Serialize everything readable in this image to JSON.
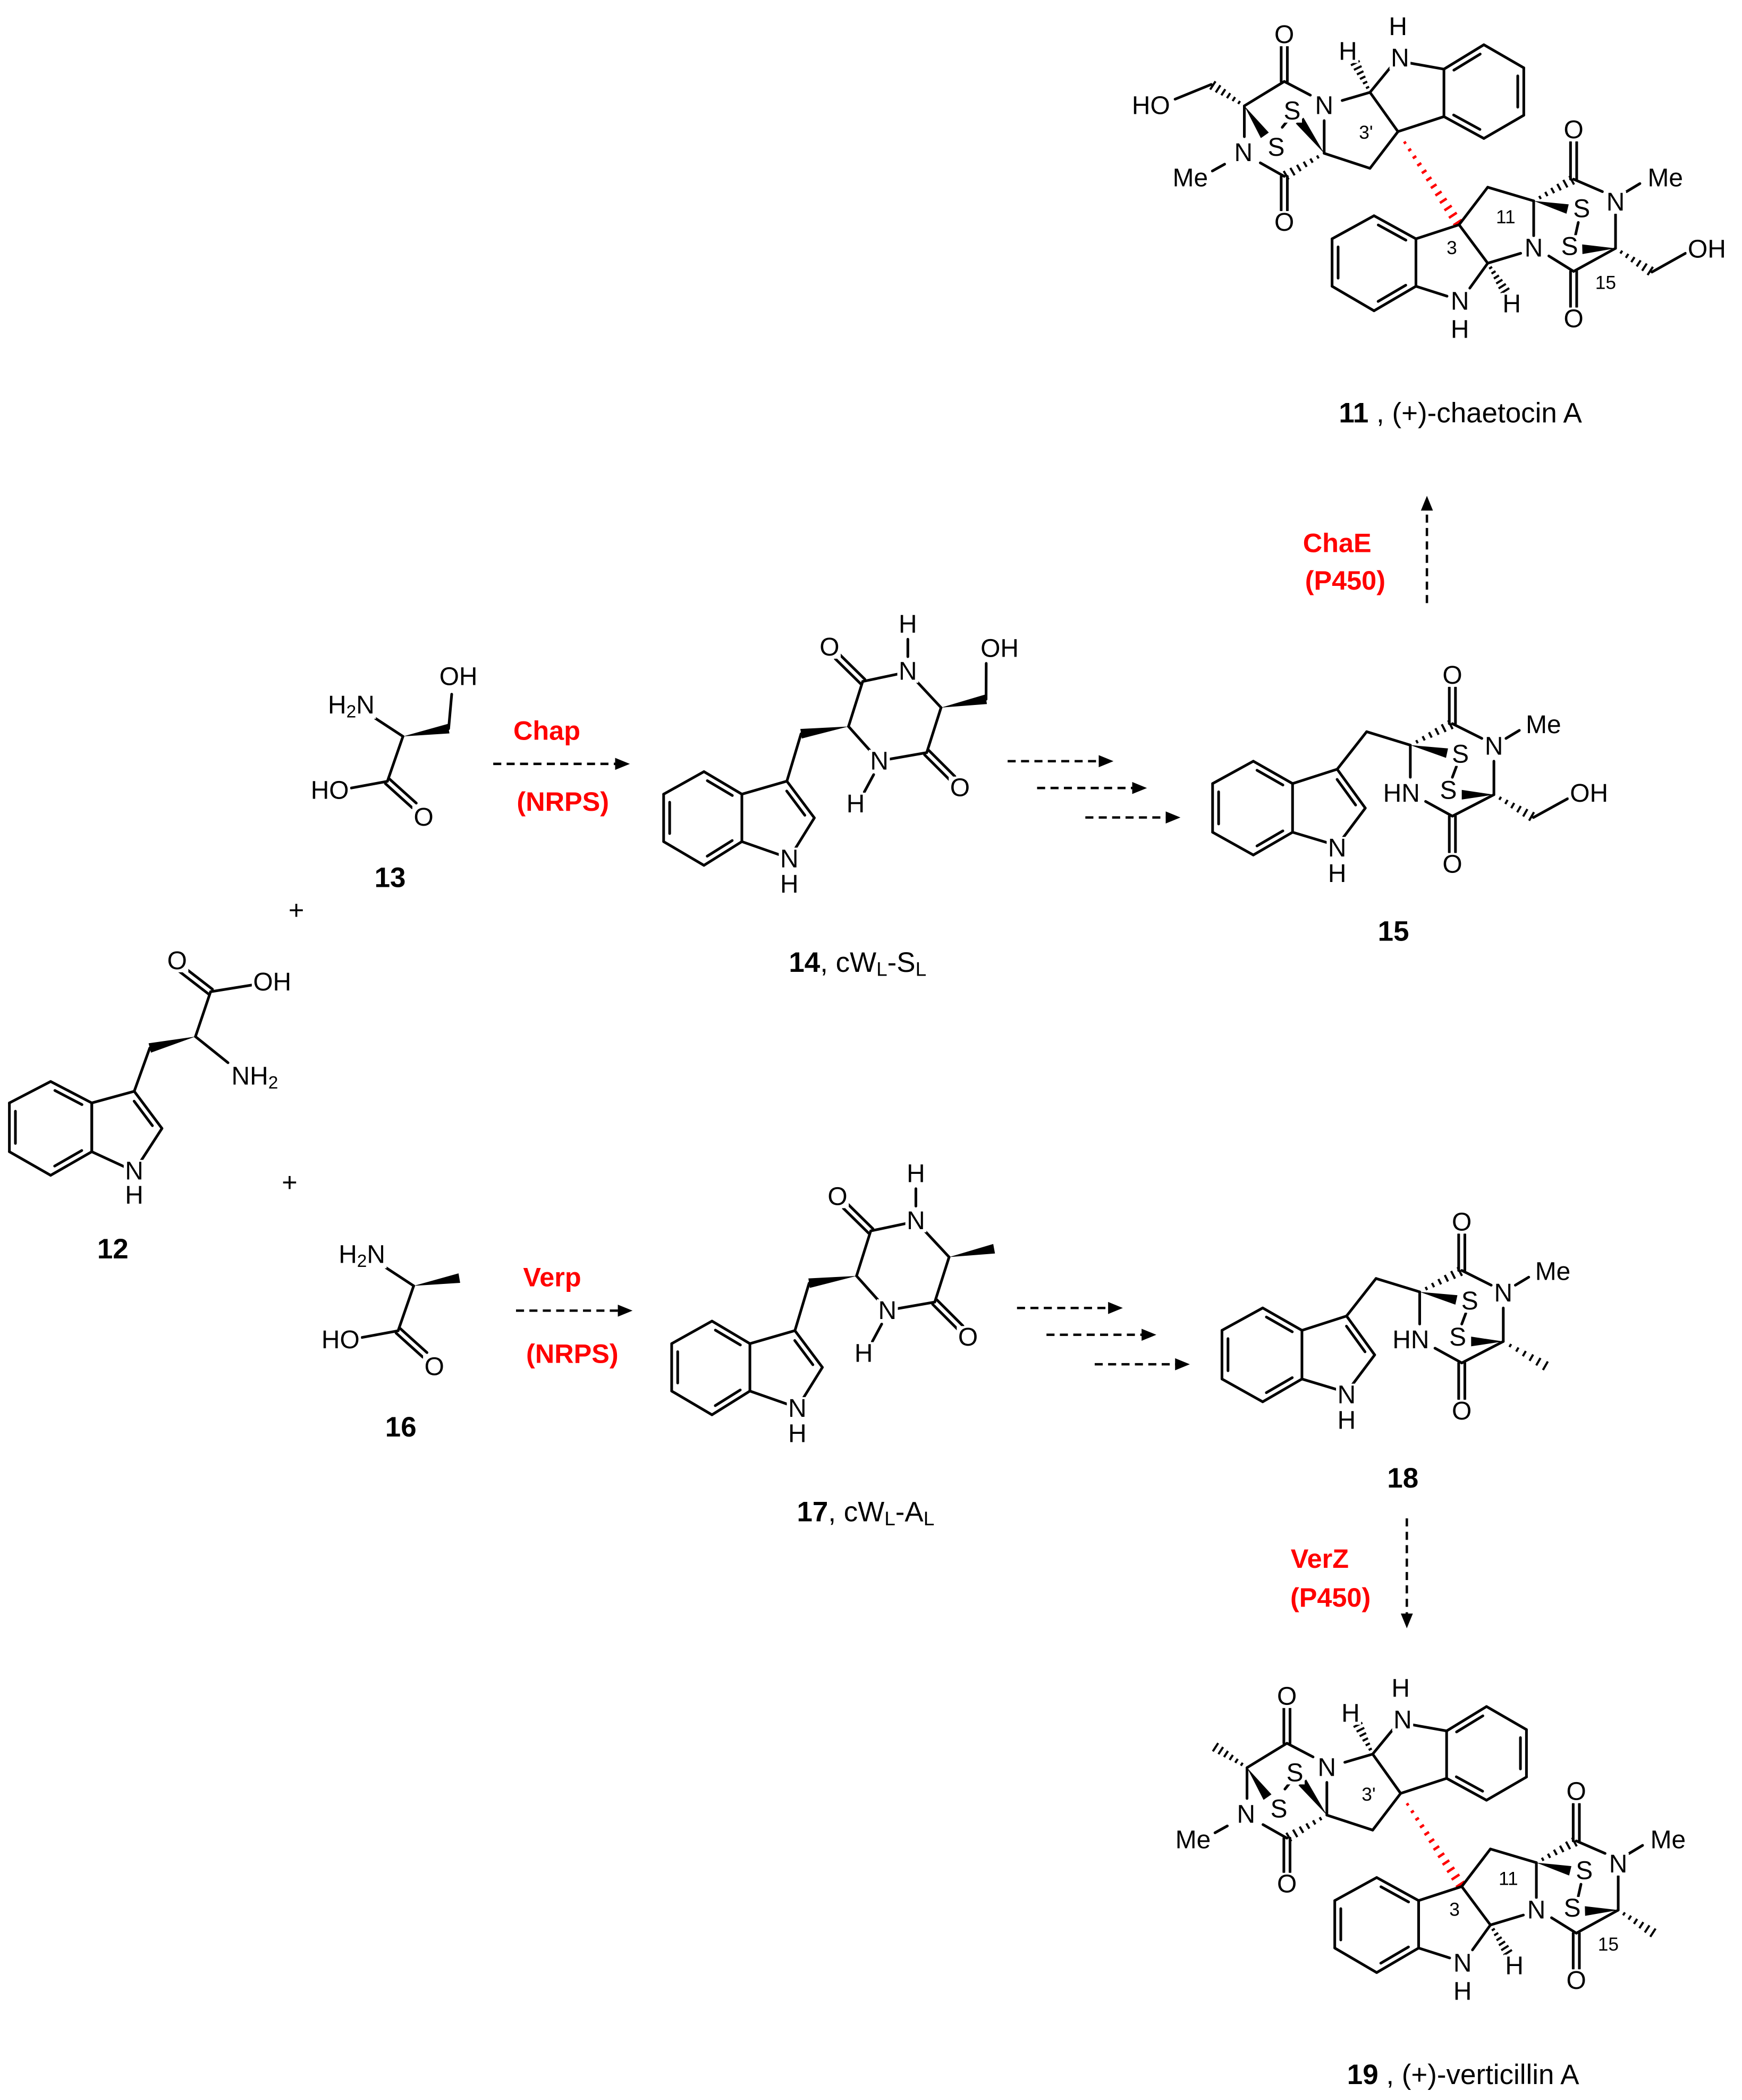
{
  "compounds": {
    "c11": {
      "number": "11",
      "sep": " , ",
      "name": "(+)-chaetocin A",
      "locants": [
        "3'",
        "3",
        "11",
        "15"
      ]
    },
    "c12": {
      "number": "12"
    },
    "c13": {
      "number": "13"
    },
    "c14": {
      "number": "14",
      "prefix": ", cW",
      "sub1": "L",
      "mid": "-S",
      "sub2": "L"
    },
    "c15": {
      "number": "15"
    },
    "c16": {
      "number": "16"
    },
    "c17": {
      "number": "17",
      "prefix": ", cW",
      "sub1": "L",
      "mid": "-A",
      "sub2": "L"
    },
    "c18": {
      "number": "18"
    },
    "c19": {
      "number": "19",
      "sep": " , ",
      "name": "(+)-verticillin A",
      "locants": [
        "3'",
        "3",
        "11",
        "15"
      ]
    }
  },
  "enzymes": {
    "chap": {
      "name": "Chap",
      "type": "(NRPS)"
    },
    "verp": {
      "name": "Verp",
      "type": "(NRPS)"
    },
    "chae": {
      "name": "ChaE",
      "type": "(P450)"
    },
    "verz": {
      "name": "VerZ",
      "type": "(P450)"
    }
  },
  "plus": "+",
  "atoms": {
    "O": "O",
    "OH": "OH",
    "HO": "HO",
    "N": "N",
    "H": "H",
    "HN": "HN",
    "Me": "Me",
    "S": "S",
    "NH2": {
      "a": "NH",
      "sub": "2"
    },
    "H2N": {
      "a": "H",
      "sub": "2",
      "b": "N"
    }
  },
  "colors": {
    "enzyme": "#ff0000",
    "bond": "#000000",
    "new_bond": "#ff0000"
  }
}
